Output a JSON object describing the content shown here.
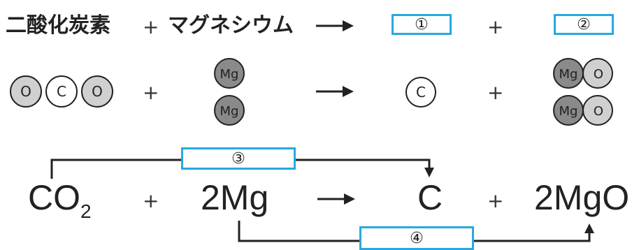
{
  "word_equation": {
    "reactant1": "二酸化炭素",
    "plus1": "+",
    "reactant2": "マグネシウム",
    "plus2": "+"
  },
  "blanks": {
    "b1": "①",
    "b2": "②",
    "b3": "③",
    "b4": "④"
  },
  "models": {
    "plus1": "+",
    "plus2": "+",
    "o_label": "O",
    "c_label": "C",
    "mg_label": "Mg"
  },
  "chemical_equation": {
    "co": "CO",
    "sub2": "2",
    "plus1": "+",
    "mg2": "2Mg",
    "c": "C",
    "plus2": "+",
    "mgo2": "2MgO"
  },
  "colors": {
    "blank_border": "#29a8e0",
    "light_atom": "#d0d0d0",
    "dark_atom": "#8a8a8a",
    "white_atom": "#ffffff"
  }
}
